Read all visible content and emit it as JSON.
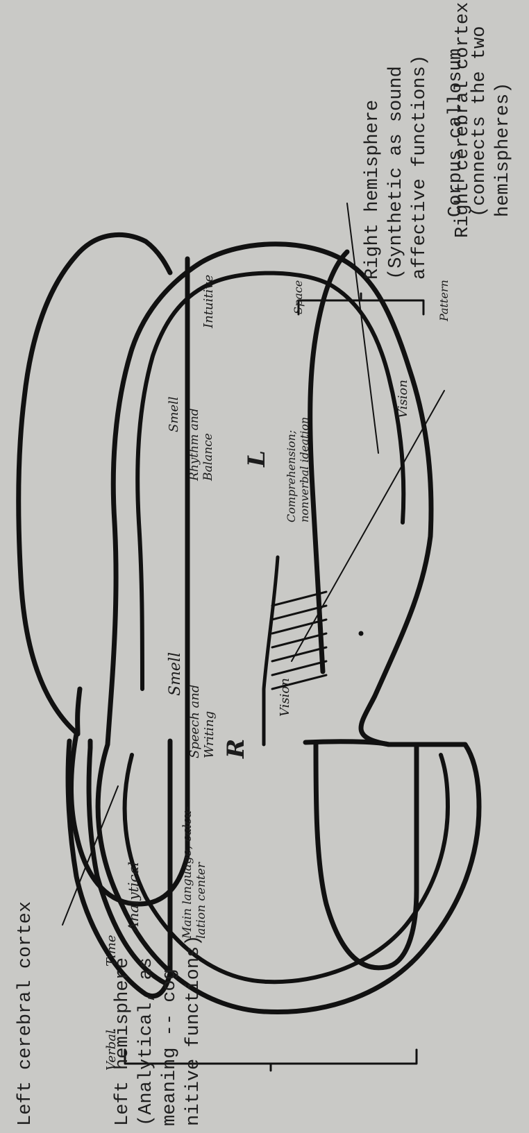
{
  "labels": {
    "left_cortex": "Left cerebral cortex",
    "left_hemisphere": [
      "Left hemisphere",
      "(Analytical, as",
      "meaning -- cog-",
      "nitive functions)"
    ],
    "right_cortex": "Right cerebral cortex",
    "right_hemisphere": [
      "Right hemisphere",
      "(Synthetic as sound",
      "affective functions)"
    ],
    "corpus_callosum": [
      "Corpus callosum",
      "(connects the two",
      "hemispheres)"
    ]
  },
  "handwritten": {
    "analytical": "Analytical",
    "time": "Time",
    "verbal": "Verbal",
    "smell_left": "Smell",
    "speech_writing": [
      "Speech and",
      "Writing"
    ],
    "r_mark": "R",
    "main_language": [
      "Main language, calcu-",
      "lation center"
    ],
    "vision_left": "Vision",
    "smell_right": "Smell",
    "rhythm_balance": [
      "Rhythm and",
      "Balance"
    ],
    "l_mark": "L",
    "comprehension": [
      "Comprehension;",
      "nonverbal ideation"
    ],
    "vision_right": "Vision",
    "intuitive": "Intuitive",
    "space": "Space",
    "pattern": "Pattern"
  }
}
